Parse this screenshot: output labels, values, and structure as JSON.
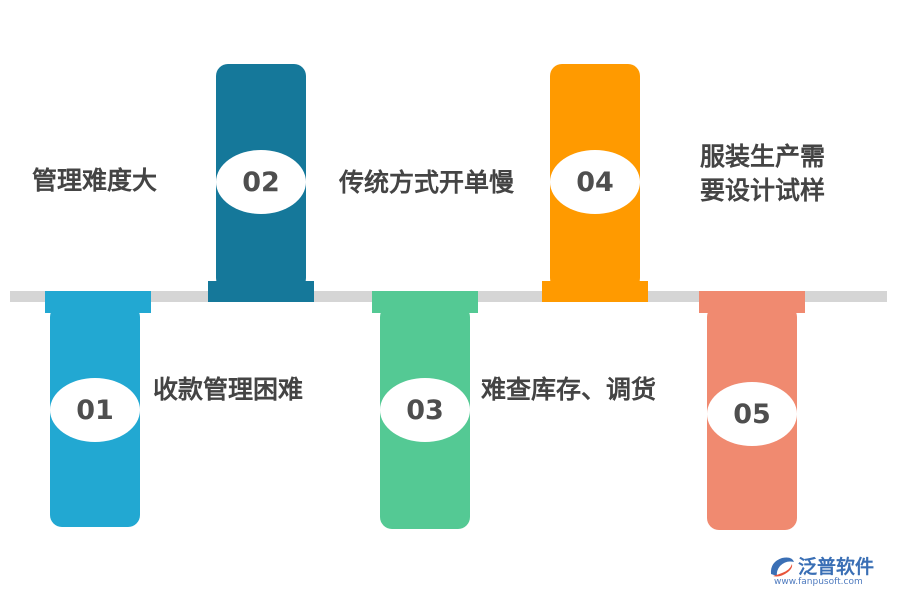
{
  "colors": {
    "axis": "#d5d5d5",
    "step1": "#22a8d2",
    "step2": "#15789a",
    "step3": "#54c994",
    "step4": "#ff9a00",
    "step5": "#f08a70",
    "text": "#444444",
    "logo": "#3a6fb5"
  },
  "steps": [
    {
      "number": "01",
      "label": "收款管理困难"
    },
    {
      "number": "02",
      "label": "管理难度大"
    },
    {
      "number": "03",
      "label": "难查库存、调货"
    },
    {
      "number": "04",
      "label": "传统方式开单慢"
    },
    {
      "number": "05",
      "label_line1": "服装生产需",
      "label_line2": "要设计试样"
    }
  ],
  "logo": {
    "icon": "fanpu-logo-icon",
    "name": "泛普软件",
    "url": "www.fanpusoft.com"
  }
}
